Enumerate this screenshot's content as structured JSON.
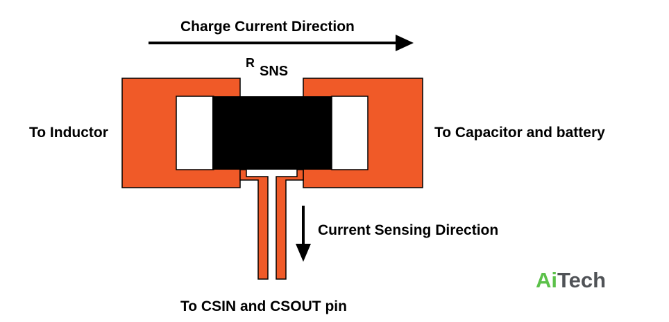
{
  "labels": {
    "charge_direction": "Charge Current Direction",
    "rsns_r": "R",
    "rsns_sub": "SNS",
    "to_inductor": "To Inductor",
    "to_capacitor": "To Capacitor and battery",
    "sensing_direction": "Current Sensing Direction",
    "to_pins": "To CSIN and CSOUT pin"
  },
  "logo": {
    "part1": "Ai",
    "part2": "Tech"
  },
  "colors": {
    "copper": "#f05a28",
    "resistor_body": "#000000",
    "terminal": "#ffffff",
    "outline": "#000000",
    "logo_green": "#5cc14a",
    "logo_gray": "#505357"
  }
}
